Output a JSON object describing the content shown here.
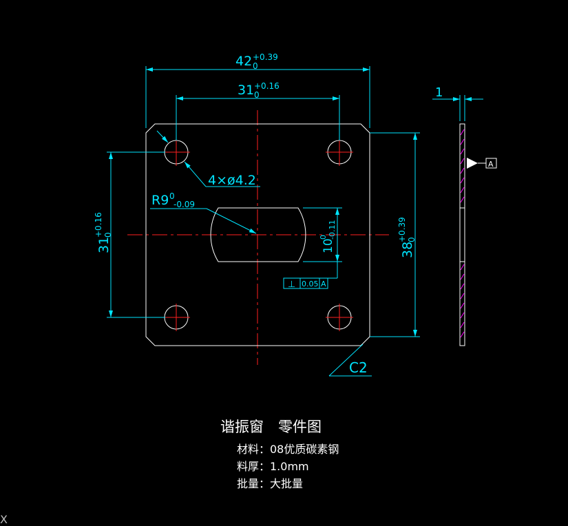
{
  "colors": {
    "background": "#000000",
    "outline": "#ffffff",
    "dimension": "#00e5ff",
    "centerline": "#ff2020",
    "hatch": "#ff00ff"
  },
  "dimensions": {
    "overall_width": {
      "base": "42",
      "upper": "+0.39",
      "lower": "0"
    },
    "hole_spacing_x": {
      "base": "31",
      "upper": "+0.16",
      "lower": "0"
    },
    "hole_spacing_y": {
      "base": "31",
      "upper": "+0.16",
      "lower": "0"
    },
    "overall_height": {
      "base": "38",
      "upper": "+0.39",
      "lower": "0"
    },
    "slot_width": {
      "base": "10",
      "upper": "0",
      "lower": "-0.11"
    },
    "arc_radius": {
      "base": "R9",
      "upper": "0",
      "lower": "-0.09"
    },
    "holes": "4×ø4.2",
    "chamfer": "C2",
    "thickness": "1"
  },
  "tolerance_frame": {
    "symbol": "⊥",
    "value": "0.05",
    "datum": "A"
  },
  "datum_marker": "A",
  "title_block": {
    "title": "谐振窗　零件图",
    "material": "材料：08优质碳素钢",
    "thickness": "料厚：1.0mm",
    "batch": "批量：大批量"
  },
  "cursor_glyph": "X"
}
